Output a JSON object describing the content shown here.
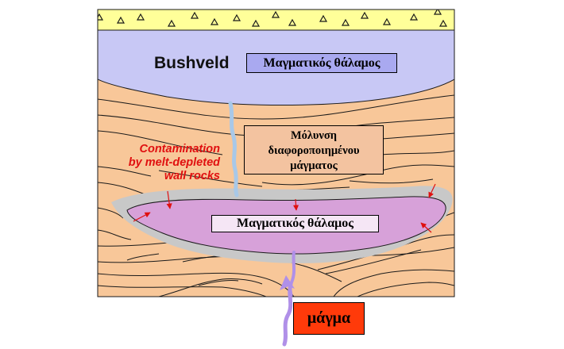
{
  "labels": {
    "bushveld": "Bushveld",
    "upper_chamber": "Μαγματικός θάλαμος",
    "contamination_box": [
      "Μόλυνση",
      "διαφοροποιημένου",
      "μάγματος"
    ],
    "lower_chamber": "Μαγματικός θάλαμος",
    "magma": "μάγμα",
    "contamination_note": [
      "Contamination",
      "by melt-depleted",
      "wall rocks"
    ]
  },
  "colors": {
    "surface_layer": "#ffff99",
    "wall_rock": "#f8c799",
    "upper_chamber": "#c8c8f5",
    "lower_chamber": "#d7a1d9",
    "depleted_rim": "#c8c8c8",
    "feeder_upper": "#a8c8e8",
    "feeder_lower": "#b090e8",
    "arrows_red": "#e01010",
    "magma_box": "#ff3a0a"
  }
}
